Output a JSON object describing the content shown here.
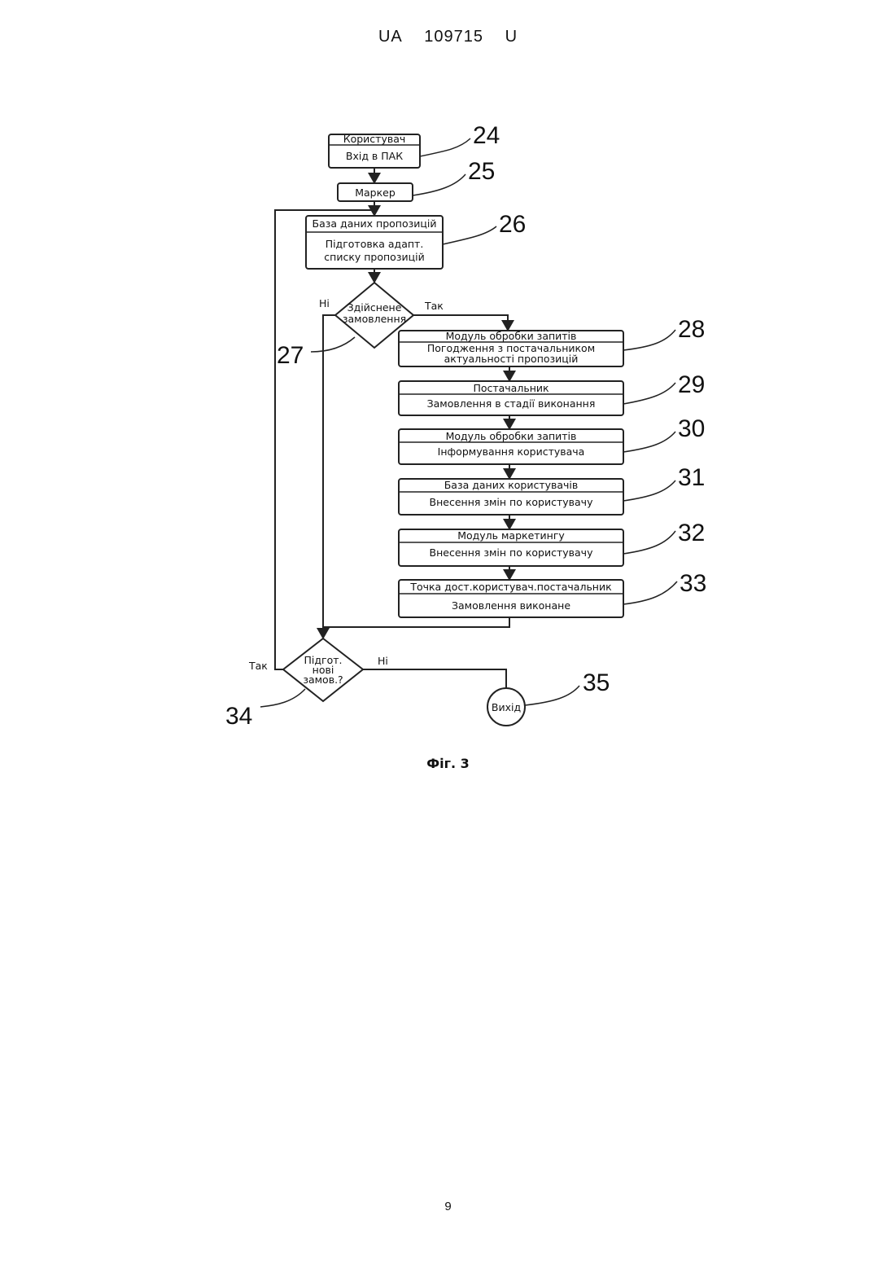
{
  "header": {
    "country": "UA",
    "number": "109715",
    "kind": "U"
  },
  "figure": {
    "caption": "Фіг. 3",
    "blocks": {
      "b24": {
        "title": "Користувач",
        "body": "Вхід в ПАК",
        "ref": "24"
      },
      "b25": {
        "body": "Маркер",
        "ref": "25"
      },
      "b26": {
        "title": "База даних пропозицій",
        "body1": "Підготовка адапт.",
        "body2": "списку пропозицій",
        "ref": "26"
      },
      "d27": {
        "line1": "Здійснене",
        "line2": "замовлення",
        "ref": "27",
        "no": "Ні",
        "yes": "Так"
      },
      "b28": {
        "title": "Модуль обробки запитів",
        "body1": "Погодження з постачальником",
        "body2": "актуальності пропозицій",
        "ref": "28"
      },
      "b29": {
        "title": "Постачальник",
        "body": "Замовлення в стадії виконання",
        "ref": "29"
      },
      "b30": {
        "title": "Модуль обробки запитів",
        "body": "Інформування користувача",
        "ref": "30"
      },
      "b31": {
        "title": "База даних  користувачів",
        "body": "Внесення змін по користувачу",
        "ref": "31"
      },
      "b32": {
        "title": "Модуль маркетингу",
        "body": "Внесення змін по користувачу",
        "ref": "32"
      },
      "b33": {
        "title": "Точка дост.користувач.постачальник",
        "body": "Замовлення виконане",
        "ref": "33"
      },
      "d34": {
        "line1": "Підгот.",
        "line2": "нові",
        "line3": "замов.?",
        "ref": "34",
        "yes": "Так",
        "no": "Ні"
      },
      "e35": {
        "label": "Вихід",
        "ref": "35"
      }
    }
  },
  "page_number": "9"
}
